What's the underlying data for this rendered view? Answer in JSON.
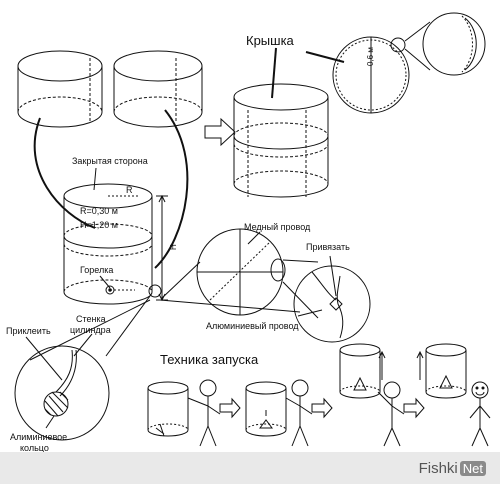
{
  "labels": {
    "lid": "Крышка",
    "diameter": "0,6 м",
    "closed_side": "Закрытая сторона",
    "r_marker": "R",
    "radius": "R=0,30 м",
    "height": "H=1,20 м",
    "h_marker": "H",
    "burner": "Горелка",
    "copper_wire": "Медный провод",
    "tie": "Привязать",
    "aluminum_wire": "Алюминиевый провод",
    "glue": "Приклеить",
    "cyl_wall_1": "Стенка",
    "cyl_wall_2": "цилиндра",
    "al_ring_1": "Алиминиевое",
    "al_ring_2": "кольцо",
    "launch_title": "Техника запуска"
  },
  "watermark": {
    "part1": "Fishki",
    "part2": "Net"
  },
  "colors": {
    "line": "#111111",
    "footer": "#e9e9e9"
  }
}
